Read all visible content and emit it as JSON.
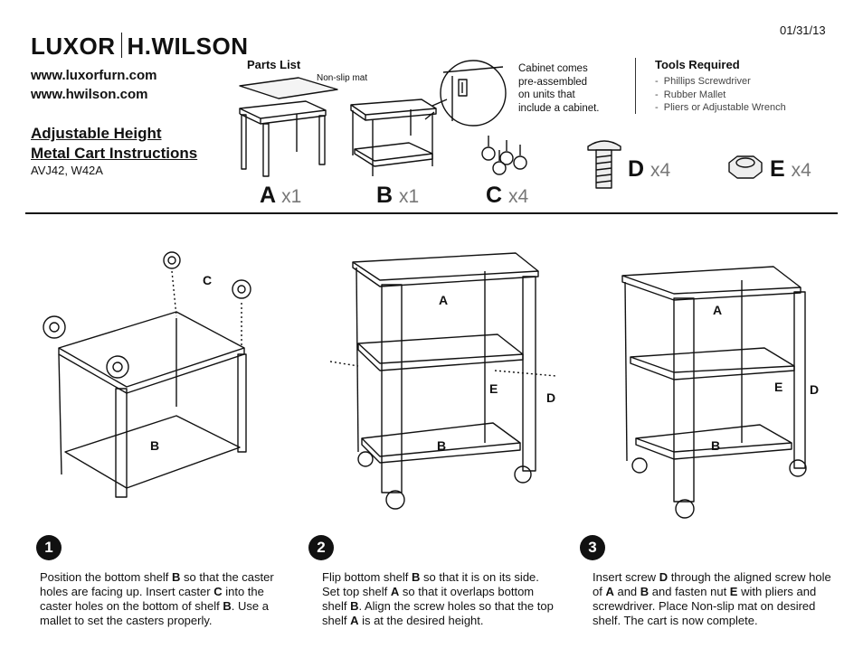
{
  "date": "01/31/13",
  "brand": {
    "left": "LUXOR",
    "right": "H.WILSON"
  },
  "urls": [
    "www.luxorfurn.com",
    "www.hwilson.com"
  ],
  "title": {
    "line1": "Adjustable Height",
    "line2": "Metal Cart Instructions"
  },
  "models": "AVJ42, W42A",
  "parts": {
    "title": "Parts List",
    "mat_label": "Non-slip mat",
    "cabinet_note": [
      "Cabinet comes",
      "pre-assembled",
      "on units that",
      "include a cabinet."
    ],
    "items": [
      {
        "letter": "A",
        "qty": "x1"
      },
      {
        "letter": "B",
        "qty": "x1"
      },
      {
        "letter": "C",
        "qty": "x4"
      },
      {
        "letter": "D",
        "qty": "x4"
      },
      {
        "letter": "E",
        "qty": "x4"
      }
    ]
  },
  "tools": {
    "title": "Tools Required",
    "items": [
      "Phillips Screwdriver",
      "Rubber Mallet",
      "Pliers or Adjustable Wrench"
    ]
  },
  "diagram_labels": {
    "step1": [
      "C",
      "B"
    ],
    "step2": [
      "A",
      "E",
      "D",
      "B"
    ],
    "step3": [
      "A",
      "E",
      "D",
      "B"
    ]
  },
  "steps": [
    {
      "number": "1",
      "text_parts": [
        "Position the bottom shelf ",
        "B",
        " so that the caster holes are facing up. Insert caster ",
        "C",
        " into the caster holes on the bottom of shelf ",
        "B",
        ".  Use a mallet to set the casters properly."
      ]
    },
    {
      "number": "2",
      "text_parts": [
        "Flip bottom shelf ",
        "B",
        " so that it is on its side. Set top shelf ",
        "A",
        " so that it overlaps bottom shelf ",
        "B",
        ". Align the screw holes so that the top shelf ",
        "A",
        " is at the desired height."
      ]
    },
    {
      "number": "3",
      "text_parts": [
        "Insert screw ",
        "D",
        " through the aligned screw hole of ",
        "A",
        " and ",
        "B",
        " and fasten nut ",
        "E",
        " with pliers and screwdriver. Place Non-slip mat on desired shelf. The cart is now complete."
      ]
    }
  ]
}
